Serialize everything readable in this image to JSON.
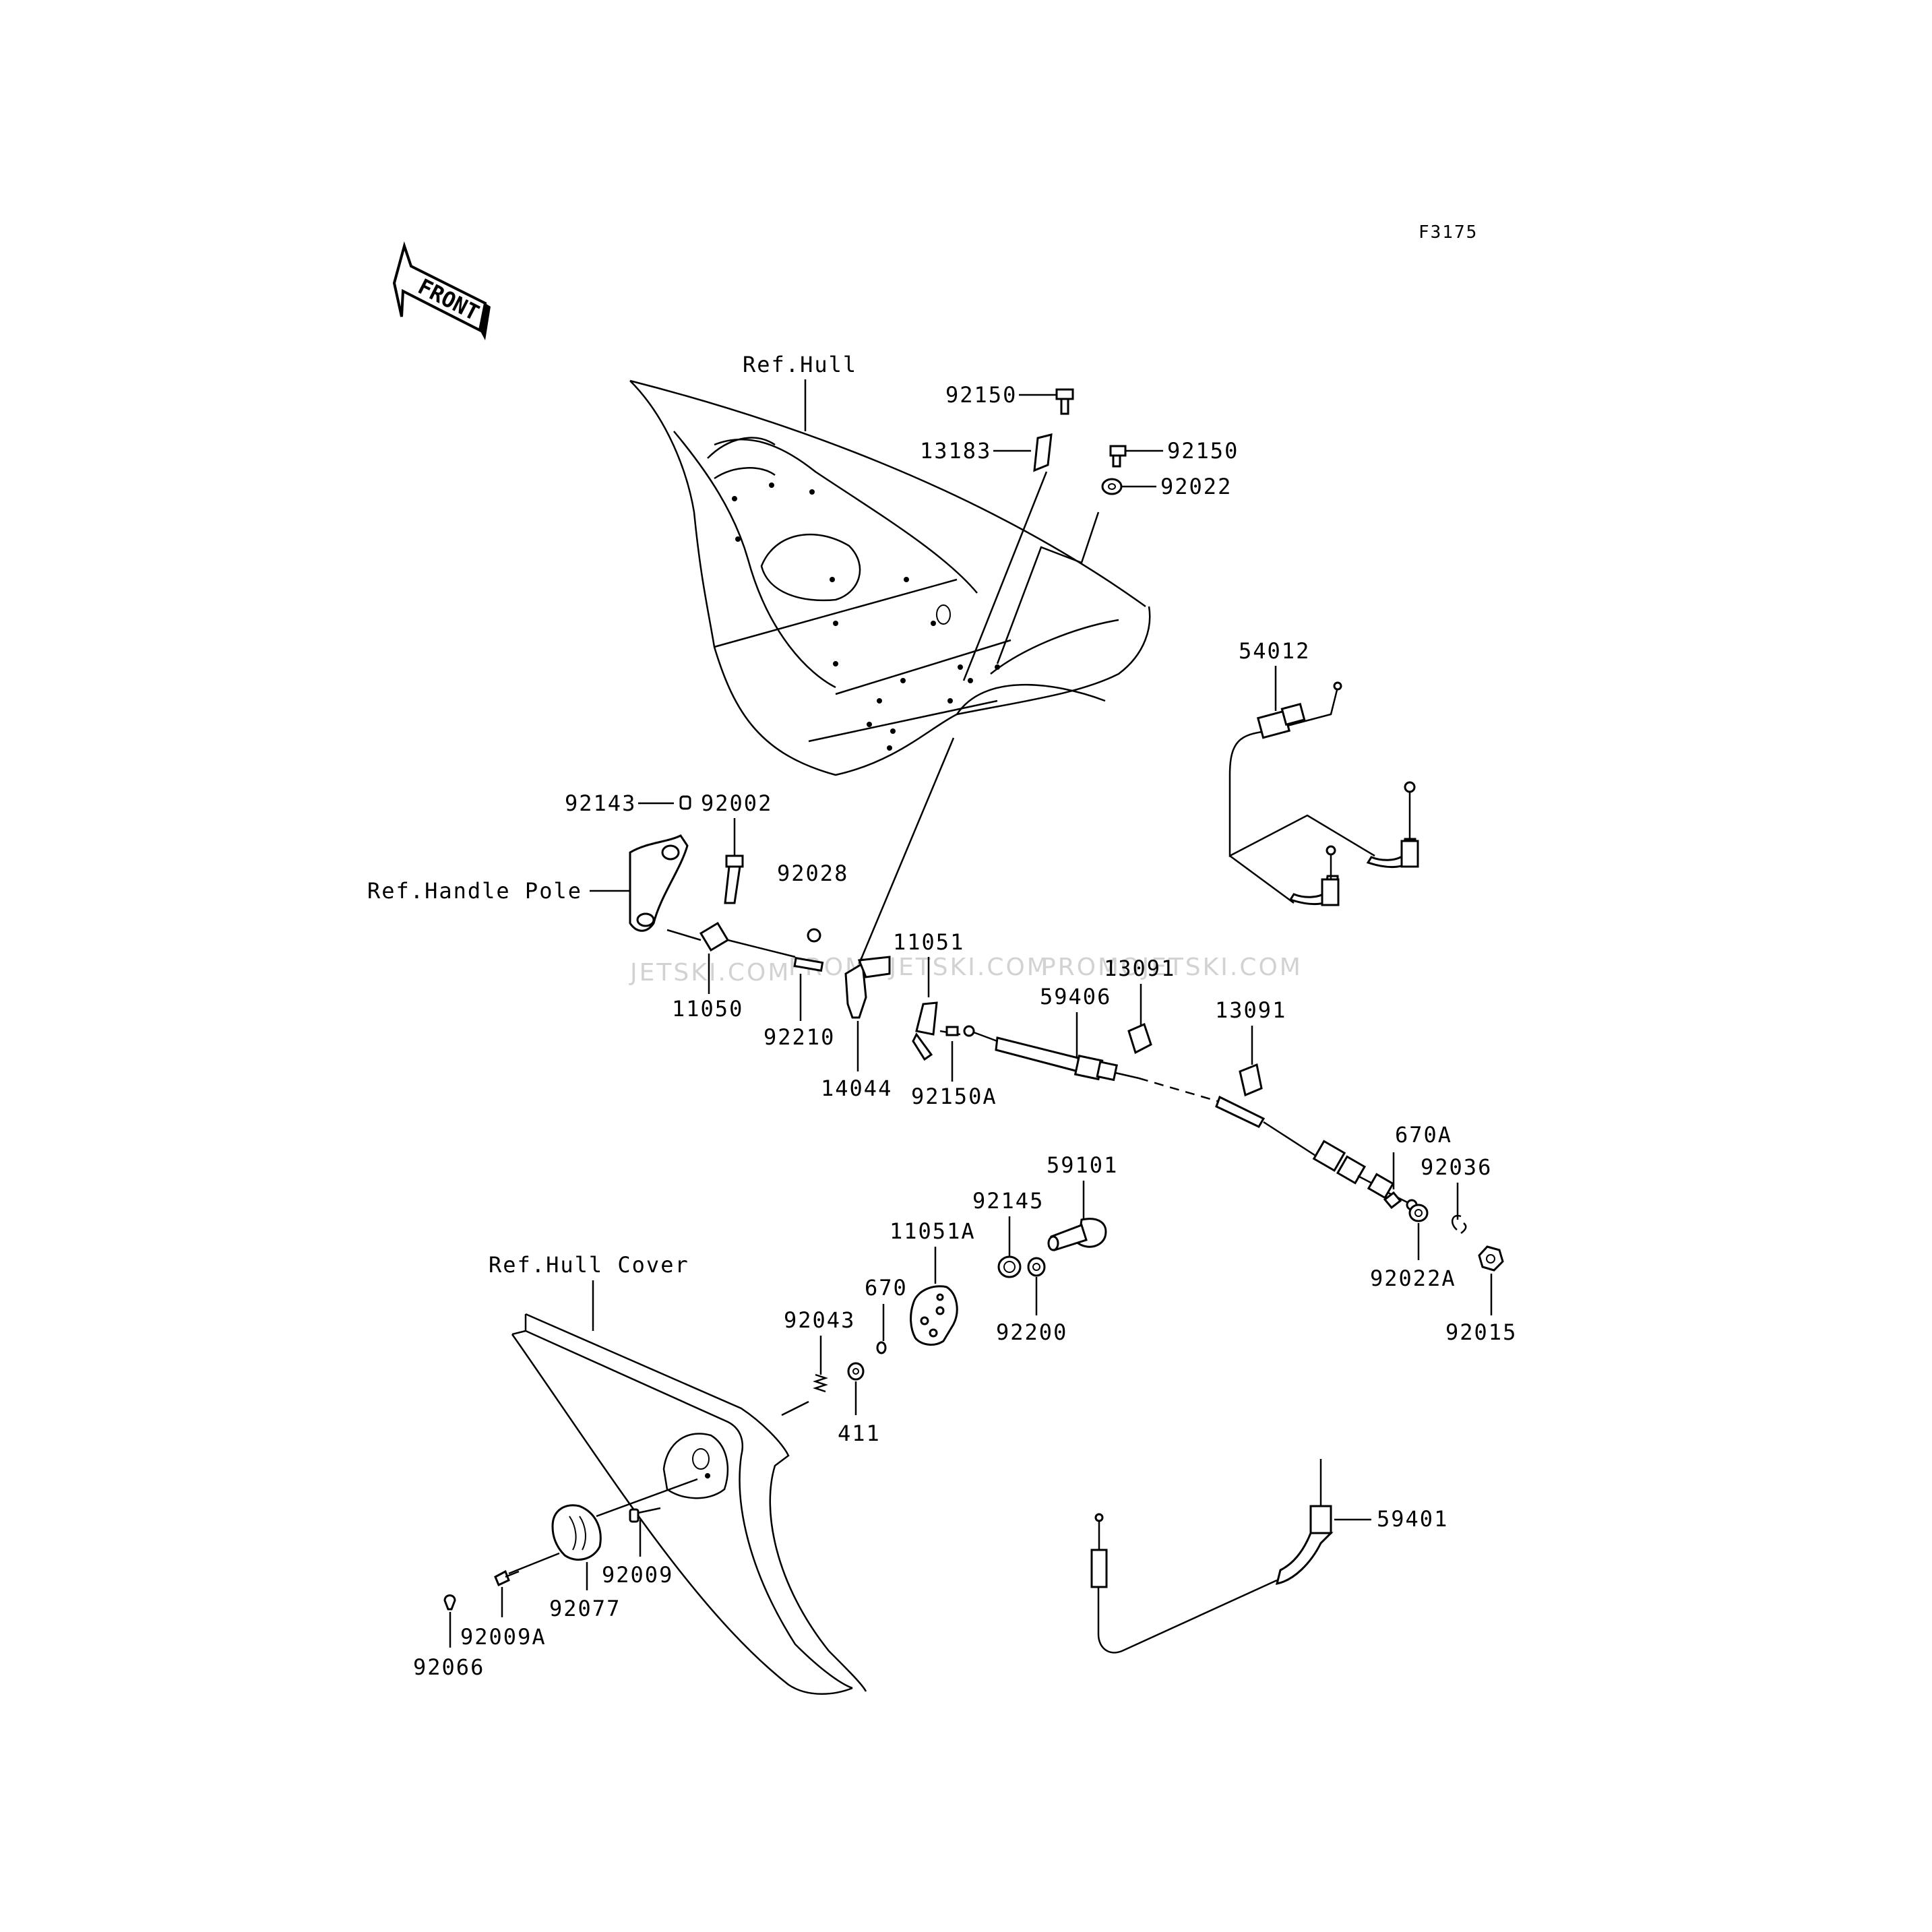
{
  "figure_id": "F3175",
  "front_arrow_label": "FRONT",
  "watermarks": [
    "JETSKI.COM",
    "PROMOJETSKI.COM",
    "PROMOJETSKI.COM"
  ],
  "references": {
    "hull": "Ref.Hull",
    "handle_pole": "Ref.Handle Pole",
    "hull_cover": "Ref.Hull Cover"
  },
  "part_labels": [
    "92150",
    "13183",
    "92150",
    "92022",
    "54012",
    "92143",
    "92002",
    "92028",
    "11050",
    "92210",
    "14044",
    "11051",
    "92150A",
    "13091",
    "59406",
    "13091",
    "670A",
    "92036",
    "59101",
    "92145",
    "11051A",
    "92022A",
    "92015",
    "92200",
    "670",
    "92043",
    "411",
    "59401",
    "92009",
    "92009A",
    "92077",
    "92066"
  ]
}
